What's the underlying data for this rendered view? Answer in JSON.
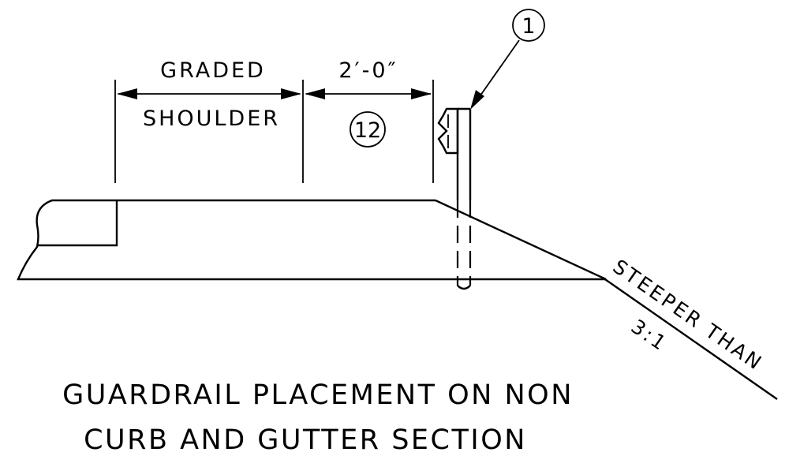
{
  "labels": {
    "graded": "GRADED",
    "shoulder": "SHOULDER",
    "offset_dim": "2′-0″",
    "callout_1": "1",
    "callout_12": "12",
    "slope_word": "STEEPER THAN",
    "slope_ratio": "3:1"
  },
  "title": {
    "line1": "GUARDRAIL PLACEMENT ON NON",
    "line2": "CURB AND GUTTER SECTION"
  }
}
